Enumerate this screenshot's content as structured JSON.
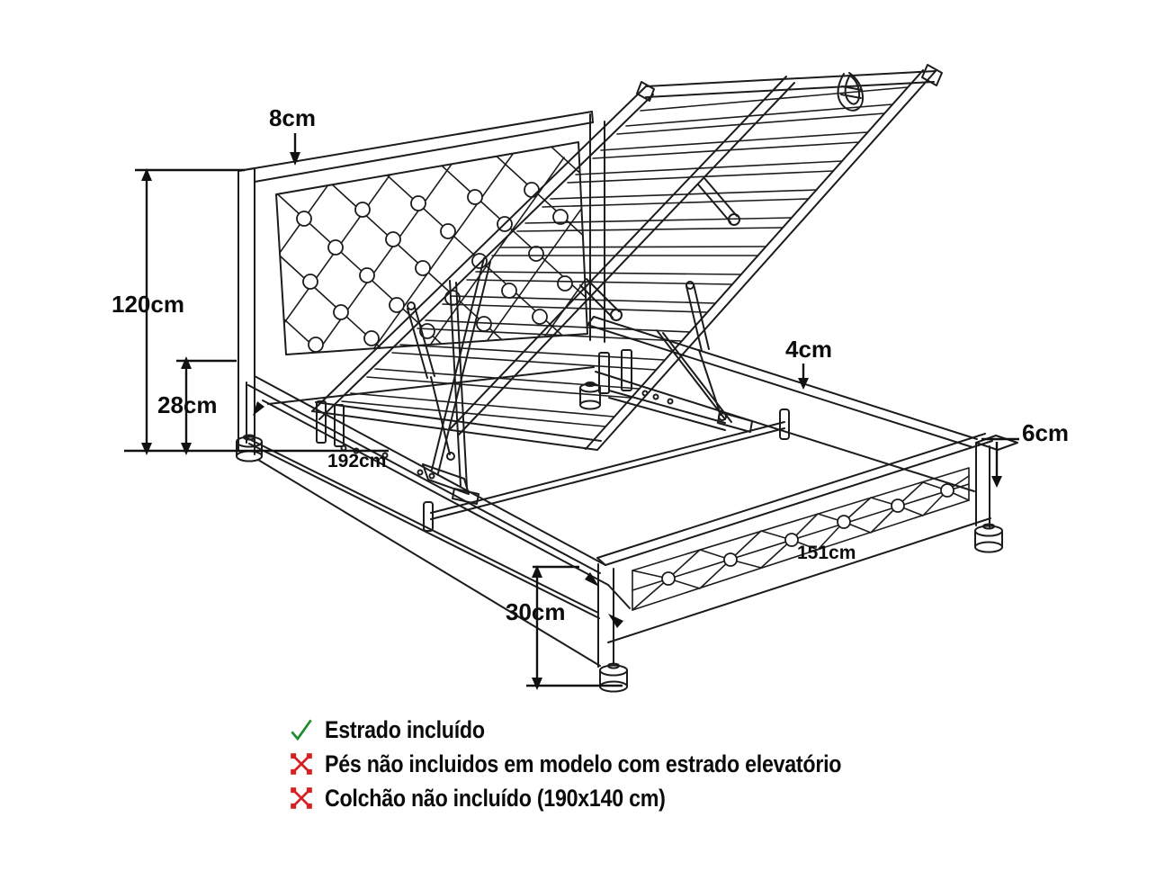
{
  "diagram": {
    "labels": {
      "headboard_thickness": "8cm",
      "headboard_height": "120cm",
      "frame_height": "28cm",
      "frame_length": "192cm",
      "rail_thickness": "4cm",
      "corner_depth": "6cm",
      "frame_width": "151cm",
      "footboard_height": "30cm"
    }
  },
  "checklist": {
    "items": [
      {
        "icon": "check-icon",
        "color": "#1e8c2e",
        "text": "Estrado incluído"
      },
      {
        "icon": "cross-icon",
        "color": "#d62021",
        "text": "Pés não incluidos em modelo com estrado elevatório"
      },
      {
        "icon": "cross-icon",
        "color": "#d62021",
        "text": "Colchão não incluído (190x140 cm)"
      }
    ]
  },
  "colors": {
    "line": "#1c1c1c",
    "background": "#ffffff",
    "check_green": "#1e8c2e",
    "cross_red": "#d62021"
  }
}
